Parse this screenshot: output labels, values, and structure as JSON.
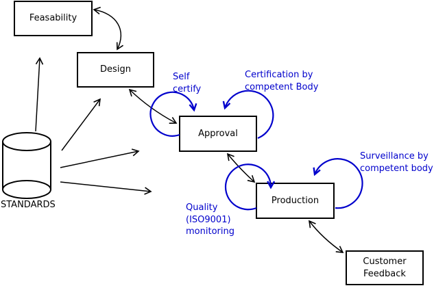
{
  "diagram": {
    "colors": {
      "background": "#ffffff",
      "line": "#000000",
      "annotation_blue": "#0000cc"
    },
    "nodes": {
      "feasability": {
        "label": "Feasability"
      },
      "design": {
        "label": "Design"
      },
      "approval": {
        "label": "Approval"
      },
      "production": {
        "label": "Production"
      },
      "customer_feedback": {
        "label": "Customer\nFeedback"
      }
    },
    "datastore": {
      "label": "STANDARDS",
      "shape": "cylinder"
    },
    "annotations": {
      "self_certify": {
        "text": "Self\ncertify"
      },
      "certification": {
        "text": "Certification by\ncompetent Body"
      },
      "surveillance": {
        "text": "Surveillance by\ncompetent body"
      },
      "quality": {
        "text": "Quality\n(ISO9001)\nmonitoring"
      }
    },
    "edges": [
      {
        "from": "STANDARDS",
        "to": "Feasability",
        "type": "arrow"
      },
      {
        "from": "STANDARDS",
        "to": "Design",
        "type": "arrow"
      },
      {
        "from": "STANDARDS",
        "to": "Approval",
        "type": "arrow"
      },
      {
        "from": "STANDARDS",
        "to": "Production",
        "type": "arrow"
      },
      {
        "from": "Feasability",
        "to": "Design",
        "type": "double-arrow"
      },
      {
        "from": "Design",
        "to": "Approval",
        "type": "double-arrow"
      },
      {
        "from": "Approval",
        "to": "Production",
        "type": "double-arrow"
      },
      {
        "from": "Production",
        "to": "Customer Feedback",
        "type": "double-arrow"
      },
      {
        "on": "Approval",
        "type": "self-loop",
        "label": "Self certify"
      },
      {
        "on": "Approval",
        "type": "self-loop",
        "label": "Certification by competent Body"
      },
      {
        "on": "Production",
        "type": "self-loop",
        "label": "Quality (ISO9001) monitoring"
      },
      {
        "on": "Production",
        "type": "self-loop",
        "label": "Surveillance by competent body"
      }
    ]
  }
}
